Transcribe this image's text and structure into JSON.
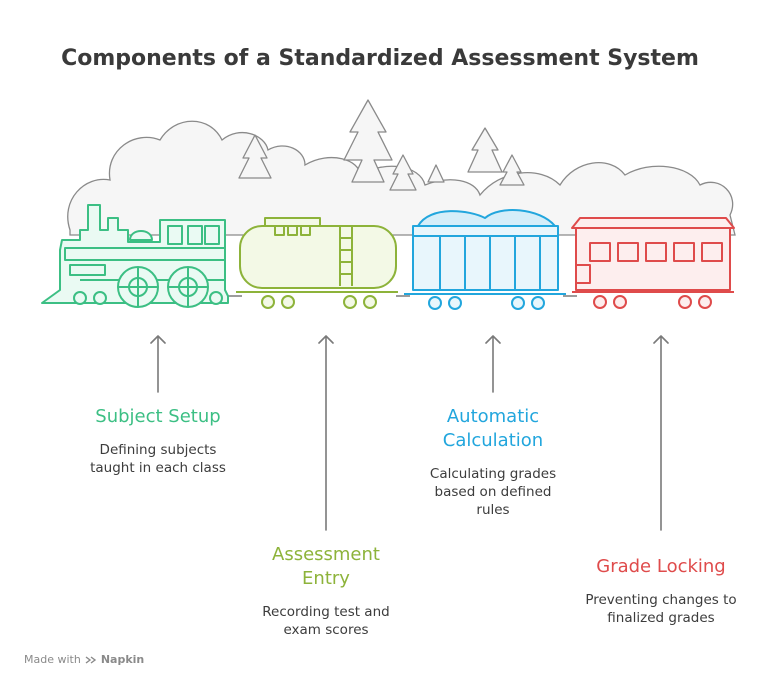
{
  "title": "Components of a Standardized Assessment System",
  "colors": {
    "green": "#3cbf84",
    "olive": "#8db33a",
    "blue": "#22a6dd",
    "red": "#df4b4b",
    "tree": "#8a8a8a"
  },
  "components": [
    {
      "label": "Subject Setup",
      "description": "Defining subjects taught in each class"
    },
    {
      "label": "Assessment Entry",
      "description": "Recording test and exam scores"
    },
    {
      "label": "Automatic Calculation",
      "description": "Calculating grades based on defined rules"
    },
    {
      "label": "Grade Locking",
      "description": "Preventing changes to finalized grades"
    }
  ],
  "footer": {
    "prefix": "Made with",
    "brand": "Napkin"
  }
}
